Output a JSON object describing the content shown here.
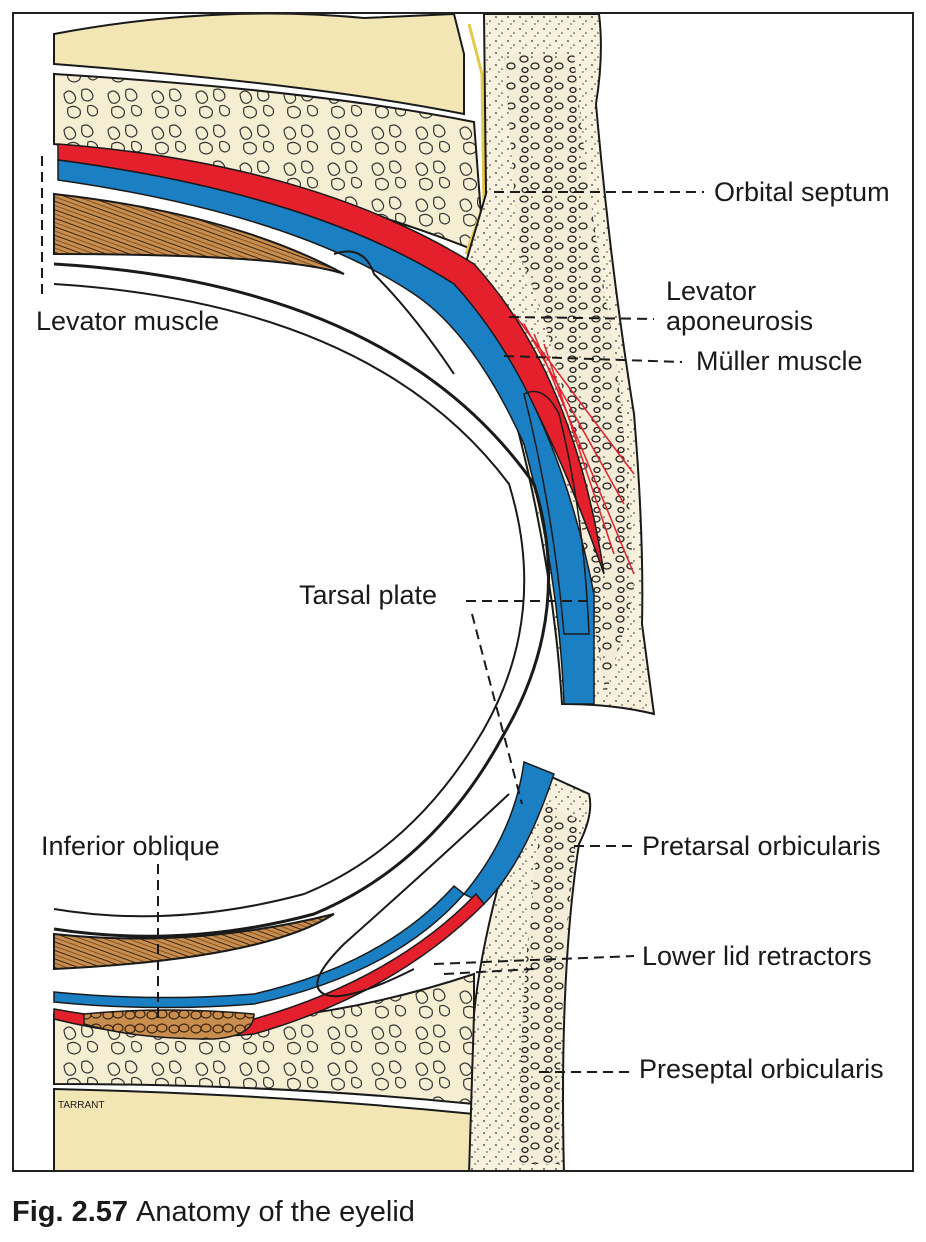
{
  "labels": {
    "orbital_septum": "Orbital septum",
    "levator_aponeurosis_1": "Levator",
    "levator_aponeurosis_2": "aponeurosis",
    "muller_muscle": "Müller muscle",
    "levator_muscle": "Levator muscle",
    "tarsal_plate": "Tarsal plate",
    "inferior_oblique": "Inferior oblique",
    "pretarsal_orbicularis": "Pretarsal orbicularis",
    "lower_lid_retractors": "Lower lid retractors",
    "preseptal_orbicularis": "Preseptal orbicularis"
  },
  "signature": "TARRANT",
  "caption": {
    "number": "Fig. 2.57",
    "title": "Anatomy of the eyelid"
  },
  "colors": {
    "levator_red": "#e3202c",
    "conjunctiva_blue": "#1b7fc4",
    "fat_yellow": "#f2e6b4",
    "muscle_brown": "#c98e4e",
    "orbicularis_stipple": "#f3ecd6",
    "line": "#1a1a1a"
  }
}
